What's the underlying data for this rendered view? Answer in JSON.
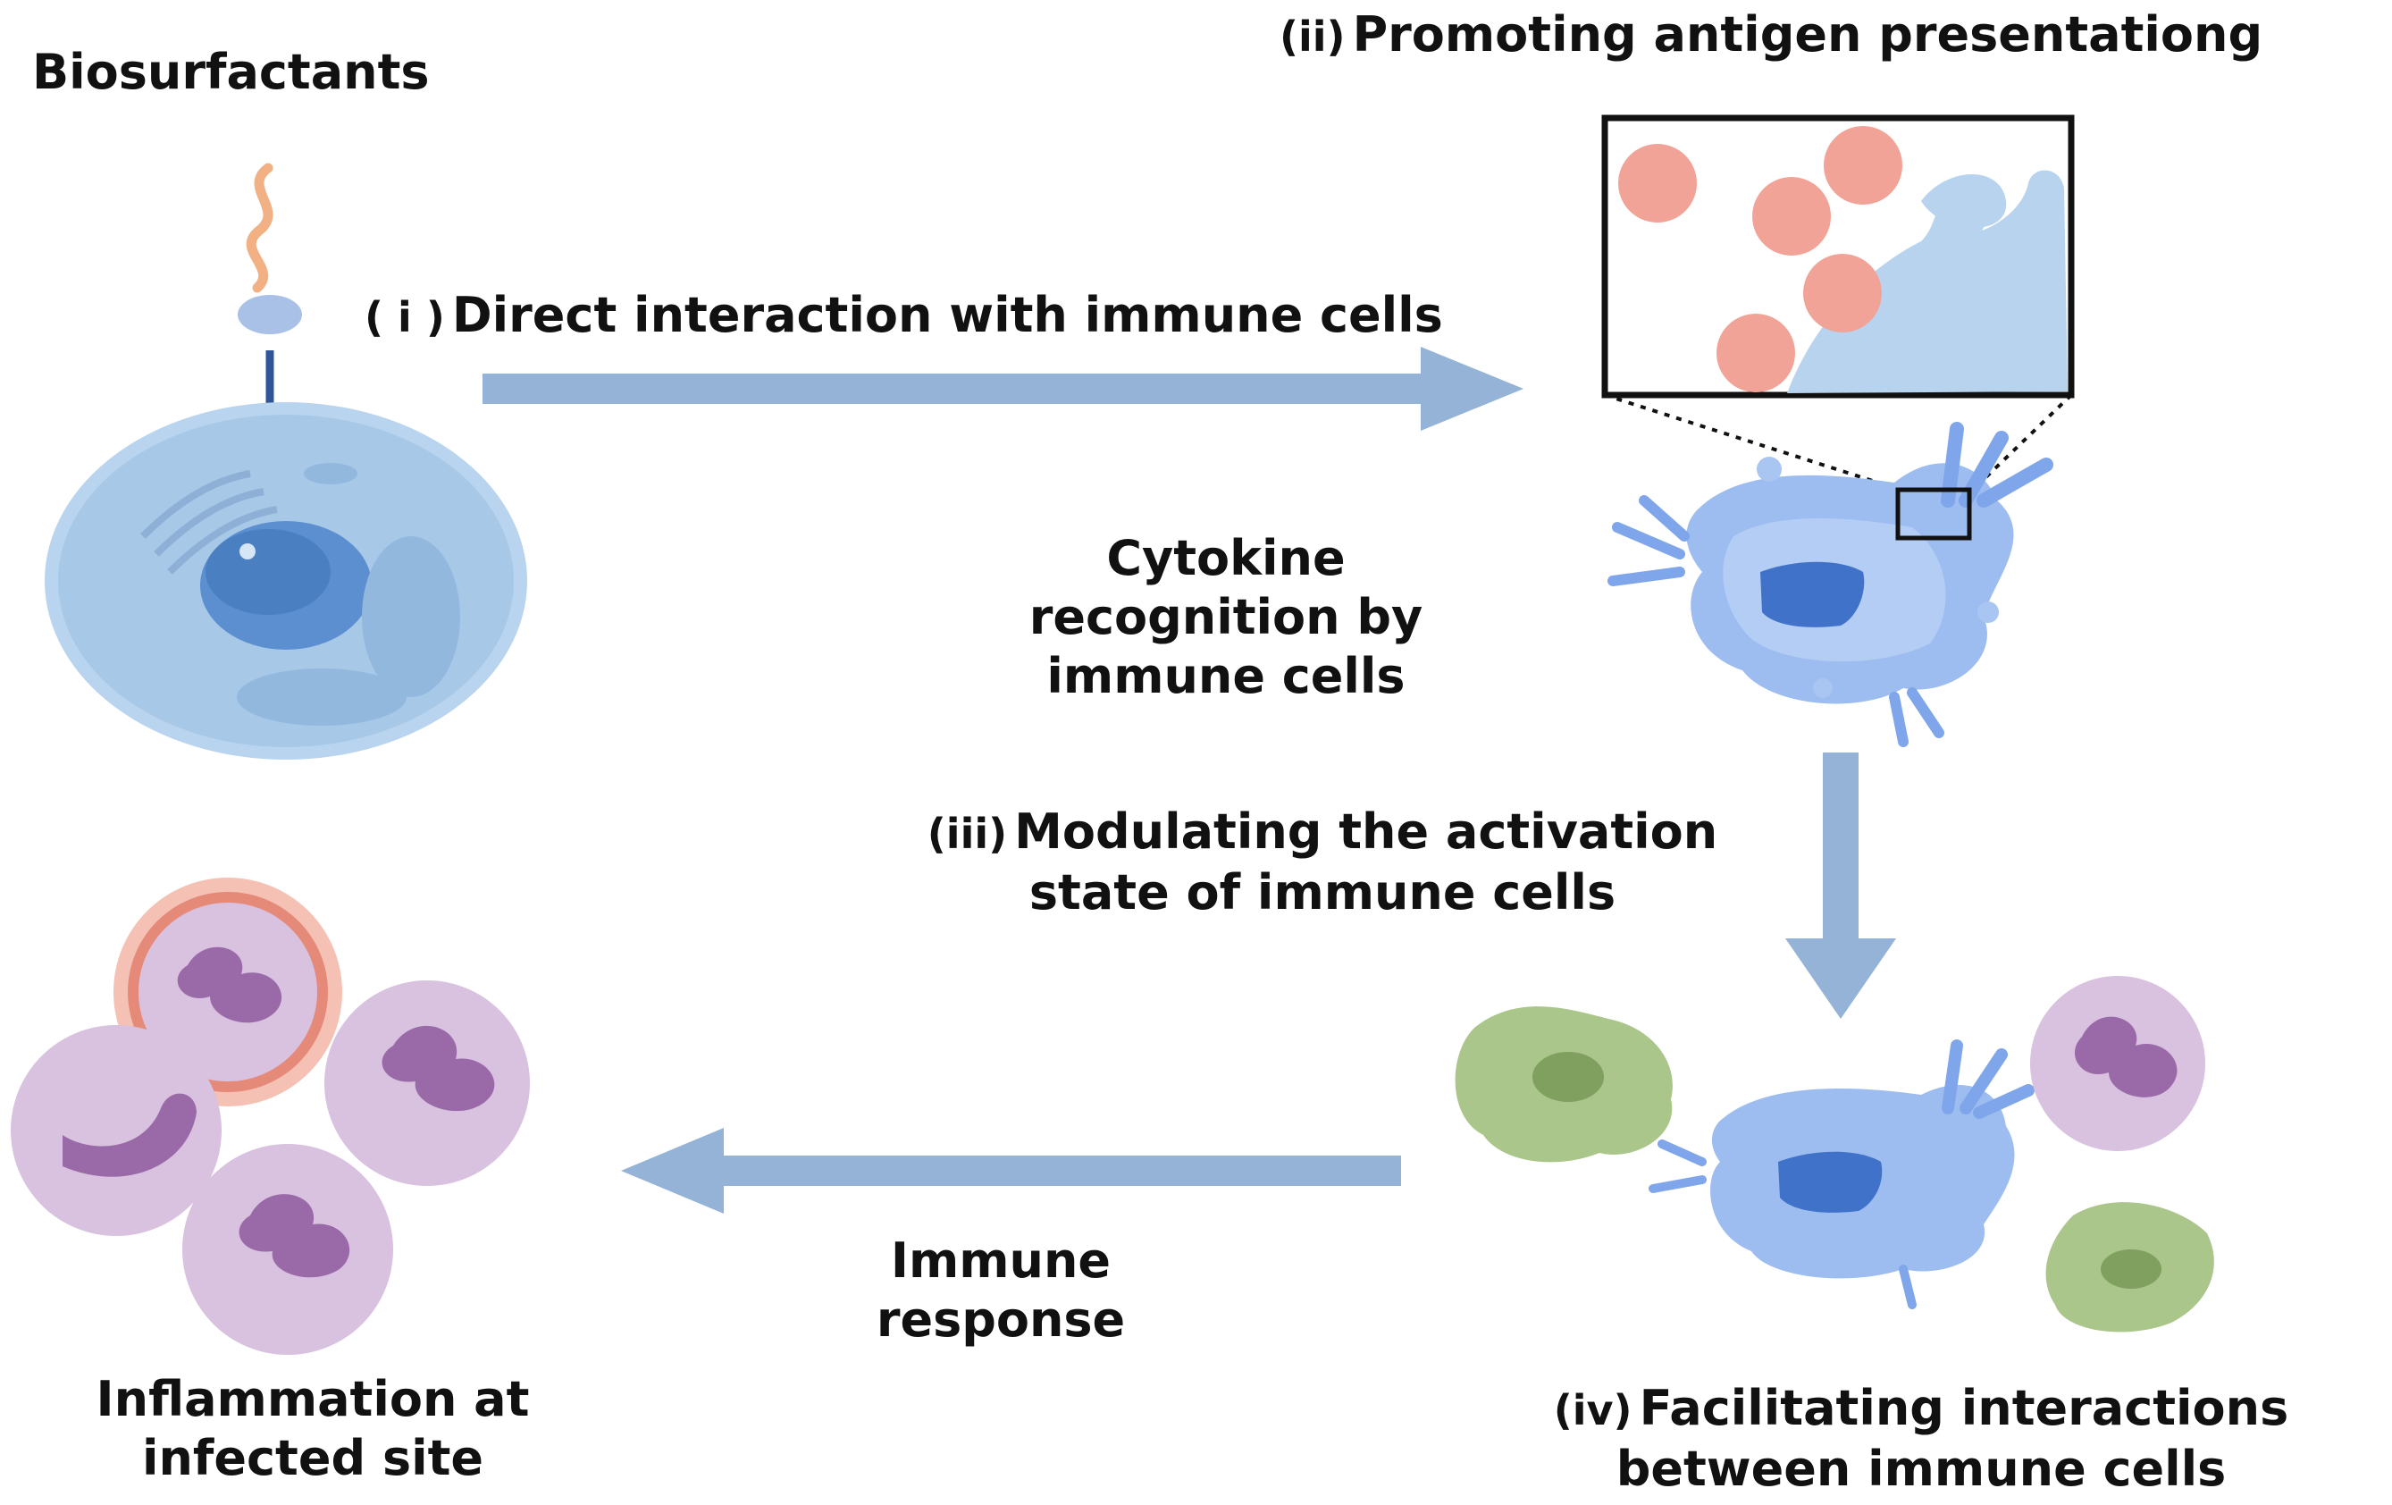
{
  "labels": {
    "biosurfactants": "Biosurfactants",
    "step_i_roman": "( i )",
    "step_i_text": "Direct interaction with immune cells",
    "step_ii_roman": "(ii)",
    "step_ii_text": "Promoting antigen presentationg",
    "cytokine_line1": "Cytokine",
    "cytokine_line2": "recognition by",
    "cytokine_line3": "immune cells",
    "step_iii_roman": "(iii)",
    "step_iii_line1": "Modulating the activation",
    "step_iii_line2": "state of immune cells",
    "immune_response_line1": "Immune",
    "immune_response_line2": "response",
    "inflammation_line1": "Inflammation at",
    "inflammation_line2": "infected site",
    "step_iv_roman": "(iv)",
    "step_iv_line1": "Facilitating interactions",
    "step_iv_line2": "between immune cells"
  },
  "colors": {
    "arrow": "#94b3d6",
    "dark_arrow": "#2f5596",
    "cell_blue": "#a9c9e8",
    "nucleus_blue": "#4f86c6",
    "dendritic": "#8fb2e8",
    "antigen": "#f2a397",
    "neutrophil": "#d9c1e0",
    "neutrophil_nucleus": "#9a6aa8",
    "inflamed_ring": "#e58a78",
    "green_cell": "#aac68a",
    "green_nucleus": "#7fa05e"
  },
  "icons": [
    "biosurfactant-molecule-icon",
    "epithelial-cell-icon",
    "dendritic-cell-icon",
    "antigen-zoom-inset-icon",
    "neutrophil-icon",
    "macrophage-icon"
  ]
}
